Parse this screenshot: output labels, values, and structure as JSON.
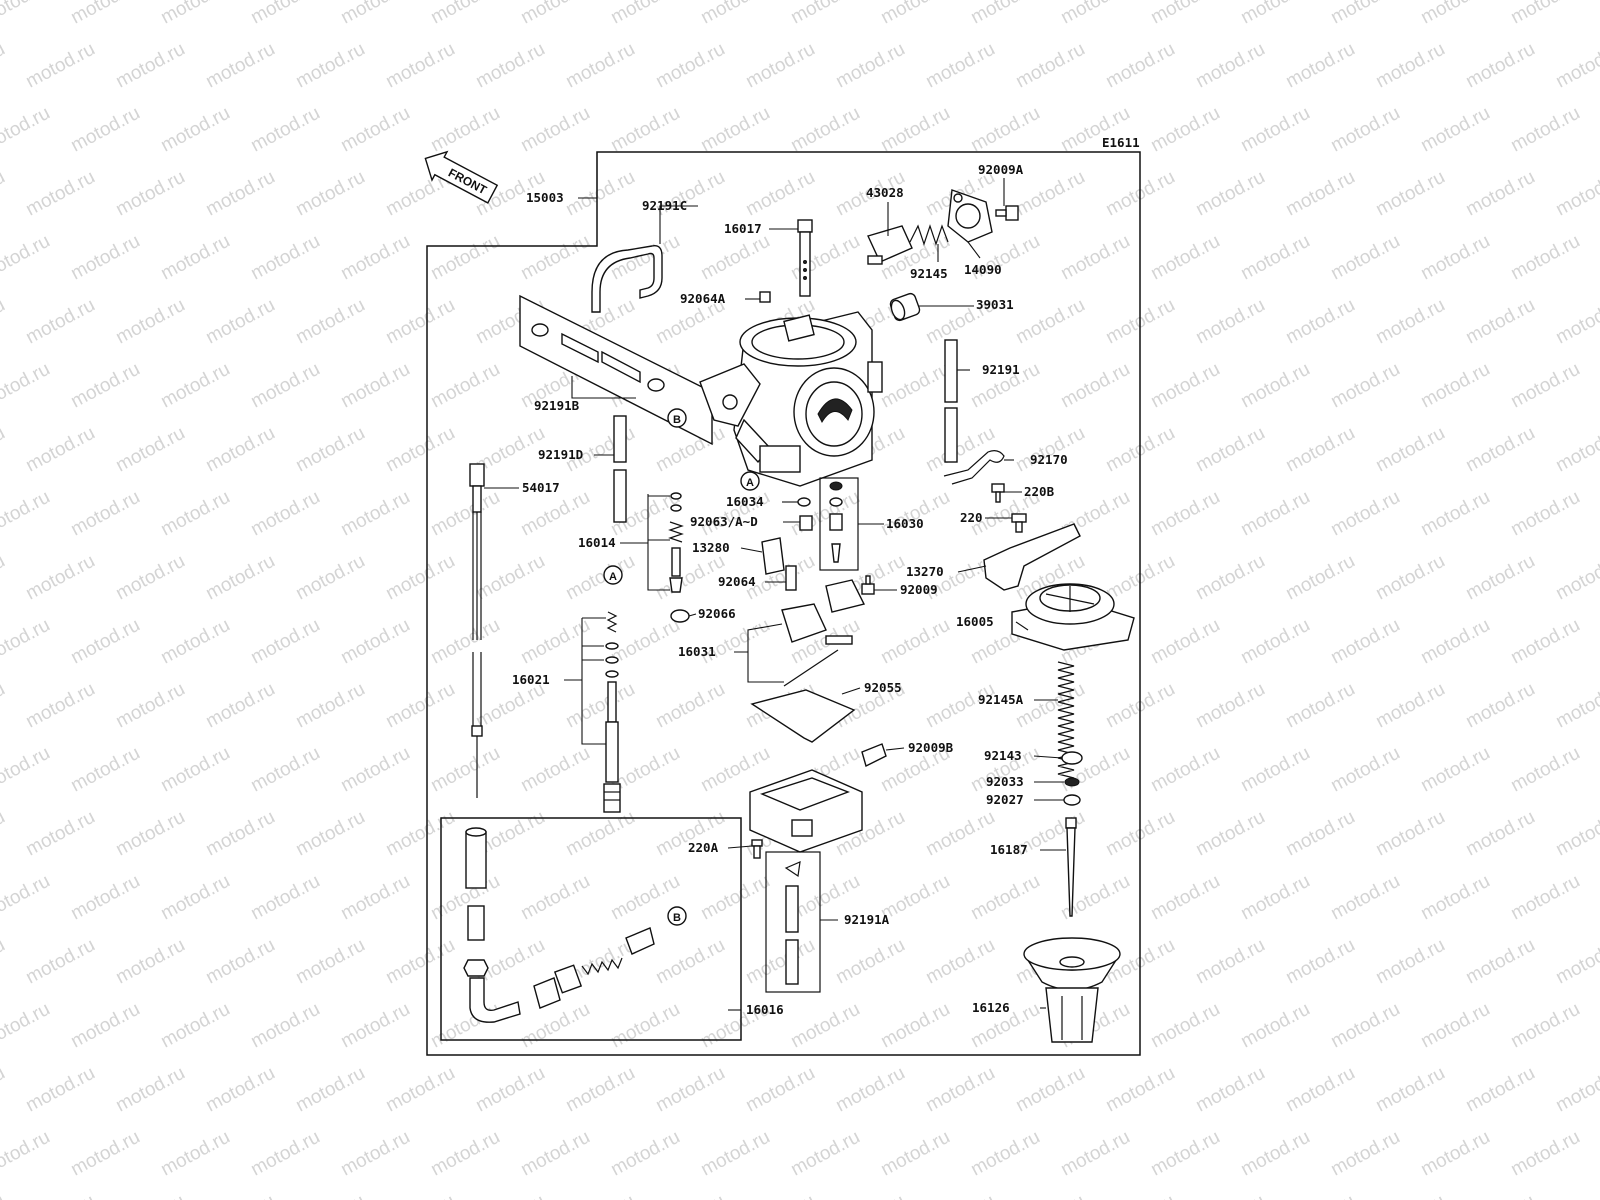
{
  "watermark": "motod.ru",
  "diagram_code": "E1611",
  "front_label": "FRONT",
  "callouts": [
    {
      "id": "15003",
      "text": "15003"
    },
    {
      "id": "92191C",
      "text": "92191C"
    },
    {
      "id": "16017",
      "text": "16017"
    },
    {
      "id": "43028",
      "text": "43028"
    },
    {
      "id": "92009A",
      "text": "92009A"
    },
    {
      "id": "92145",
      "text": "92145"
    },
    {
      "id": "14090",
      "text": "14090"
    },
    {
      "id": "92064A",
      "text": "92064A"
    },
    {
      "id": "39031",
      "text": "39031"
    },
    {
      "id": "92191",
      "text": "92191"
    },
    {
      "id": "92191B",
      "text": "92191B"
    },
    {
      "id": "92191D",
      "text": "92191D"
    },
    {
      "id": "92170",
      "text": "92170"
    },
    {
      "id": "220B",
      "text": "220B"
    },
    {
      "id": "54017",
      "text": "54017"
    },
    {
      "id": "16034",
      "text": "16034"
    },
    {
      "id": "92063AD",
      "text": "92063/A~D"
    },
    {
      "id": "16030",
      "text": "16030"
    },
    {
      "id": "220",
      "text": "220"
    },
    {
      "id": "16014",
      "text": "16014"
    },
    {
      "id": "13280",
      "text": "13280"
    },
    {
      "id": "13270",
      "text": "13270"
    },
    {
      "id": "92064",
      "text": "92064"
    },
    {
      "id": "92009",
      "text": "92009"
    },
    {
      "id": "92066",
      "text": "92066"
    },
    {
      "id": "16005",
      "text": "16005"
    },
    {
      "id": "16031",
      "text": "16031"
    },
    {
      "id": "16021",
      "text": "16021"
    },
    {
      "id": "92055",
      "text": "92055"
    },
    {
      "id": "92145A",
      "text": "92145A"
    },
    {
      "id": "92009B",
      "text": "92009B"
    },
    {
      "id": "92143",
      "text": "92143"
    },
    {
      "id": "92033",
      "text": "92033"
    },
    {
      "id": "92027",
      "text": "92027"
    },
    {
      "id": "220A",
      "text": "220A"
    },
    {
      "id": "16187",
      "text": "16187"
    },
    {
      "id": "92191A",
      "text": "92191A"
    },
    {
      "id": "16126",
      "text": "16126"
    },
    {
      "id": "16016",
      "text": "16016"
    }
  ],
  "ref_markers": {
    "a": "A",
    "b": "B"
  },
  "colors": {
    "ink": "#111111",
    "watermark": "#d4d4d4",
    "background": "#ffffff"
  }
}
